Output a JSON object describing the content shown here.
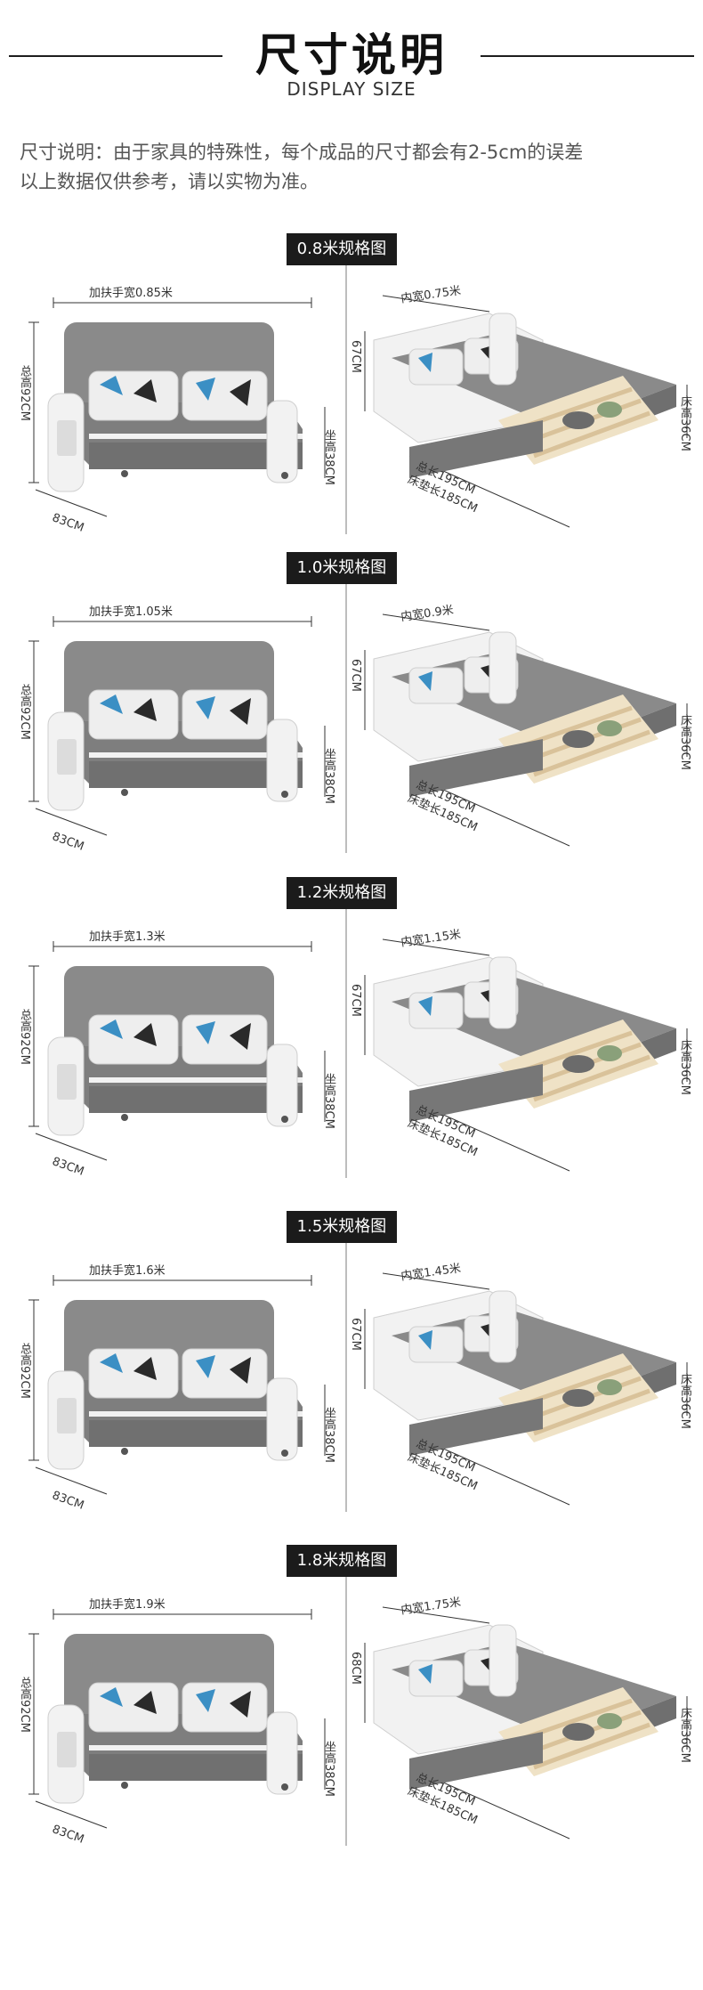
{
  "header": {
    "title": "尺寸说明",
    "subtitle": "DISPLAY SIZE"
  },
  "note": {
    "line1": "尺寸说明：由于家具的特殊性，每个成品的尺寸都会有2-5cm的误差",
    "line2": "以上数据仅供参考，请以实物为准。"
  },
  "sections": [
    {
      "badge": "0.8米规格图",
      "sofa": {
        "width": "加扶手宽0.85米",
        "height": "总高92CM",
        "depth": "83CM",
        "seat": "坐高38CM"
      },
      "bed": {
        "inner": "内宽0.75米",
        "height": "67CM",
        "bed_height": "床高36CM",
        "length": "总长195CM",
        "mattress": "床垫长185CM"
      }
    },
    {
      "badge": "1.0米规格图",
      "sofa": {
        "width": "加扶手宽1.05米",
        "height": "总高92CM",
        "depth": "83CM",
        "seat": "坐高38CM"
      },
      "bed": {
        "inner": "内宽0.9米",
        "height": "67CM",
        "bed_height": "床高36CM",
        "length": "总长195CM",
        "mattress": "床垫长185CM"
      }
    },
    {
      "badge": "1.2米规格图",
      "sofa": {
        "width": "加扶手宽1.3米",
        "height": "总高92CM",
        "depth": "83CM",
        "seat": "坐高38CM"
      },
      "bed": {
        "inner": "内宽1.15米",
        "height": "67CM",
        "bed_height": "床高36CM",
        "length": "总长195CM",
        "mattress": "床垫长185CM"
      }
    },
    {
      "badge": "1.5米规格图",
      "sofa": {
        "width": "加扶手宽1.6米",
        "height": "总高92CM",
        "depth": "83CM",
        "seat": "坐高38CM"
      },
      "bed": {
        "inner": "内宽1.45米",
        "height": "67CM",
        "bed_height": "床高36CM",
        "length": "总长195CM",
        "mattress": "床垫长185CM"
      }
    },
    {
      "badge": "1.8米规格图",
      "sofa": {
        "width": "加扶手宽1.9米",
        "height": "总高92CM",
        "depth": "83CM",
        "seat": "坐高38CM"
      },
      "bed": {
        "inner": "内宽1.75米",
        "height": "68CM",
        "bed_height": "床高36CM",
        "length": "总长195CM",
        "mattress": "床垫长185CM"
      }
    }
  ],
  "colors": {
    "fabric": "#8a8a8a",
    "fabric_dark": "#6f6f6f",
    "frame": "#f2f2f2",
    "badge": "#1b1b1b",
    "wood": "#d9c29a"
  }
}
